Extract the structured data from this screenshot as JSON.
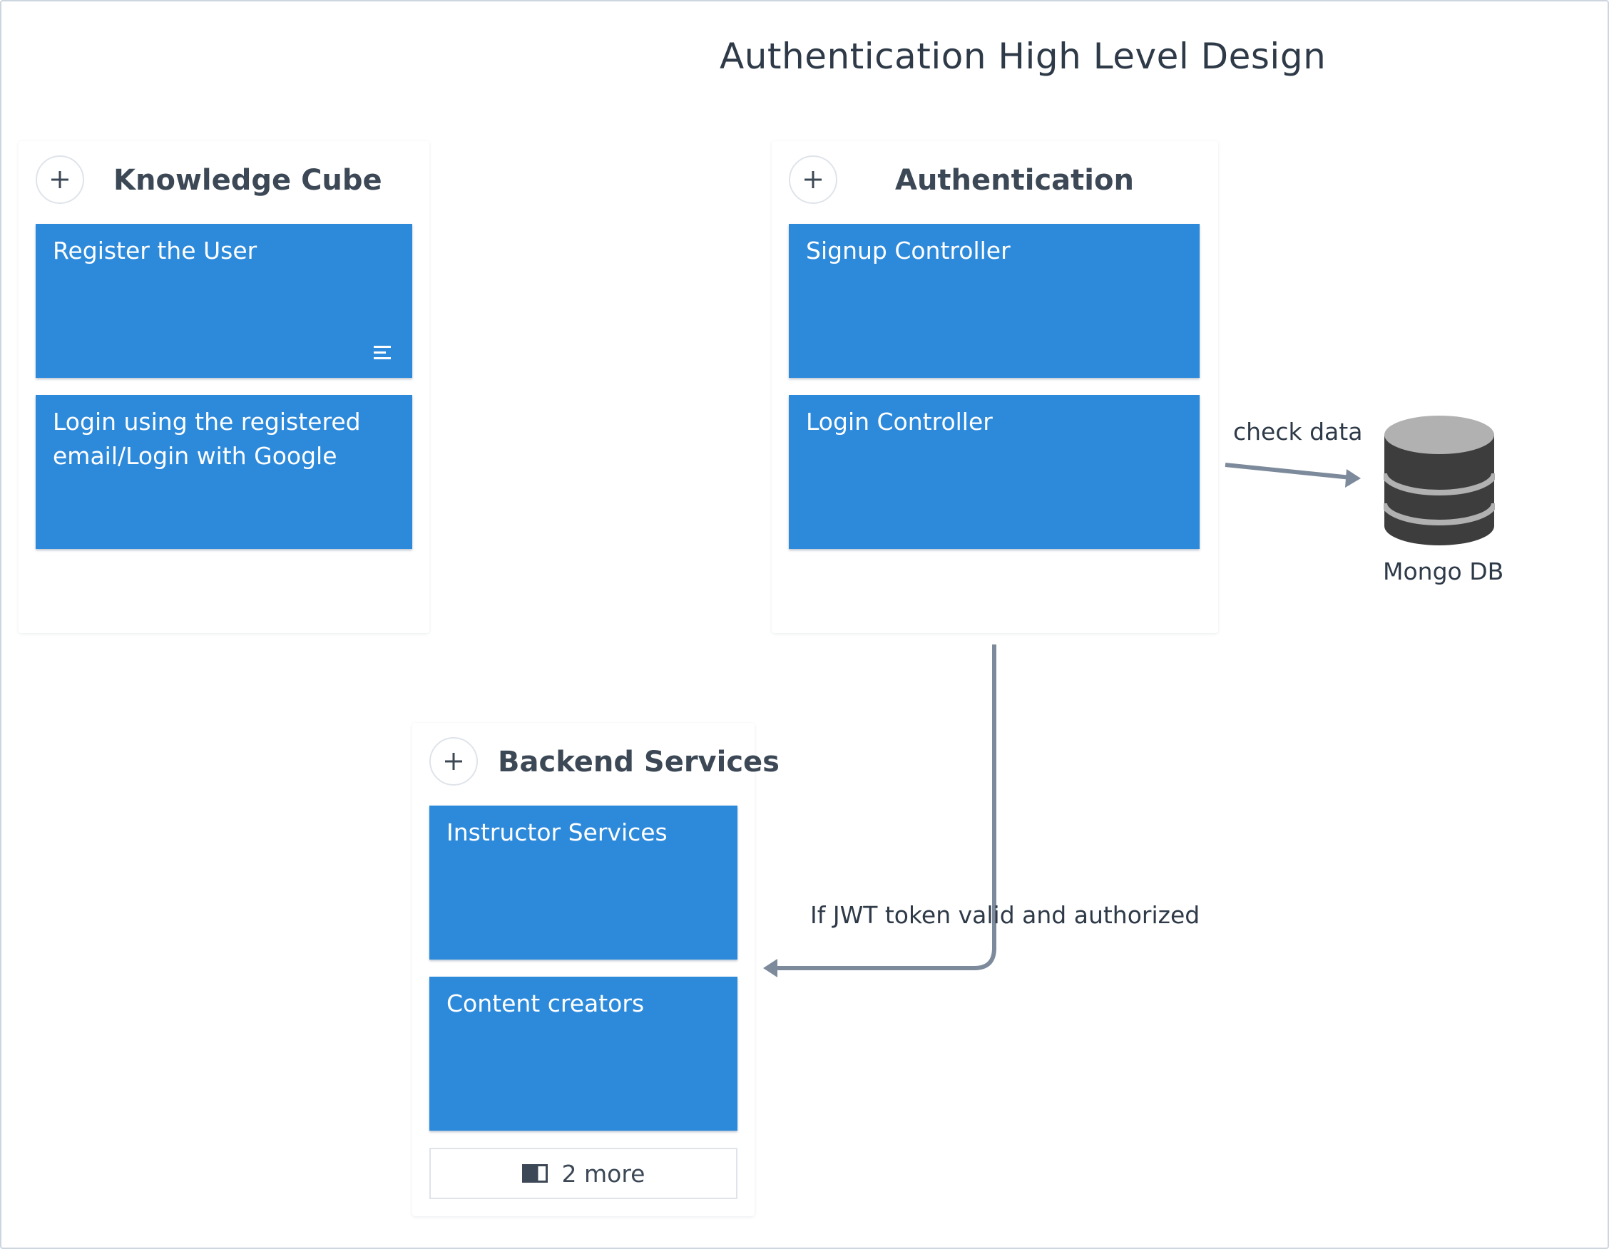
{
  "diagram": {
    "title": "Authentication High Level Design",
    "columns": [
      {
        "title": "Knowledge Cube",
        "cards": [
          {
            "text": "Register the User",
            "has_notes": true
          },
          {
            "text": "Login using the registered\nemail/Login with Google",
            "has_notes": false
          }
        ]
      },
      {
        "title": "Authentication",
        "cards": [
          {
            "text": "Signup Controller",
            "has_notes": false
          },
          {
            "text": "Login Controller",
            "has_notes": false
          }
        ]
      },
      {
        "title": "Backend Services",
        "cards": [
          {
            "text": "Instructor Services",
            "has_notes": false
          },
          {
            "text": "Content creators",
            "has_notes": false
          }
        ],
        "more_label": "2 more"
      }
    ],
    "database": {
      "label": "Mongo DB",
      "icon": "database-icon"
    },
    "connectors": [
      {
        "label": "check data",
        "from": "Login Controller",
        "to": "Mongo DB"
      },
      {
        "label": "If JWT token valid and authorized",
        "from": "Authentication",
        "to": "Backend Services"
      }
    ]
  },
  "colors": {
    "card": "#2d8adb",
    "card_text": "#ffffff",
    "column_title": "#3c4856",
    "connector": "#7c8a9b",
    "db_body": "#3d3d3d",
    "db_top": "#b1b1b1"
  }
}
